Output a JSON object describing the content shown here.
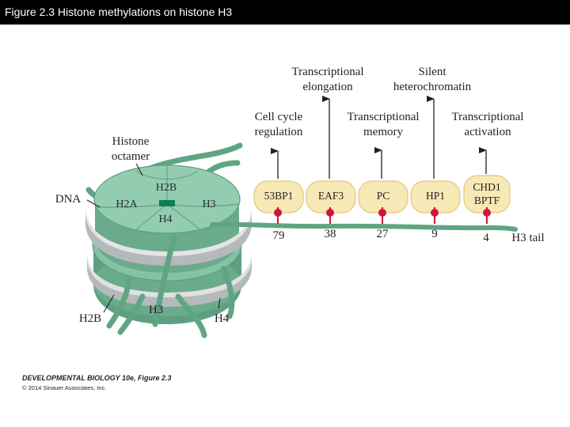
{
  "header": {
    "title": "Figure 2.3 Histone methylations on histone H3"
  },
  "labels": {
    "histone_octamer": [
      "Histone",
      "octamer"
    ],
    "dna": "DNA",
    "h3_tail": "H3 tail",
    "bottom_h2b": "H2B",
    "bottom_h3": "H3",
    "bottom_h4": "H4"
  },
  "octamer": {
    "h2b": "H2B",
    "h2a": "H2A",
    "h3": "H3",
    "h4": "H4"
  },
  "functions_top": [
    {
      "lines": [
        "Transcriptional",
        "elongation"
      ]
    },
    {
      "lines": [
        "Silent",
        "heterochromatin"
      ]
    }
  ],
  "functions_mid": [
    {
      "lines": [
        "Cell cycle",
        "regulation"
      ]
    },
    {
      "lines": [
        "Transcriptional",
        "memory"
      ]
    },
    {
      "lines": [
        "Transcriptional",
        "activation"
      ]
    }
  ],
  "readers": [
    {
      "lines": [
        "53BP1"
      ],
      "residue": "79"
    },
    {
      "lines": [
        "EAF3"
      ],
      "residue": "38"
    },
    {
      "lines": [
        "PC"
      ],
      "residue": "27"
    },
    {
      "lines": [
        "HP1"
      ],
      "residue": "9"
    },
    {
      "lines": [
        "CHD1",
        "BPTF"
      ],
      "residue": "4"
    }
  ],
  "credit": {
    "line1": "DEVELOPMENTAL BIOLOGY 10e, Figure 2.3",
    "line2": "© 2014 Sinauer Associates, Inc."
  },
  "colors": {
    "nucleosome_green": "#7fbfa0",
    "nucleosome_dark": "#4f9a78",
    "dna_gray": "#c9cccd",
    "tail_green": "#5fa584",
    "reader_fill": "#f7e9b5",
    "reader_stroke": "#e2c77a",
    "methyl_red": "#d2143a"
  }
}
